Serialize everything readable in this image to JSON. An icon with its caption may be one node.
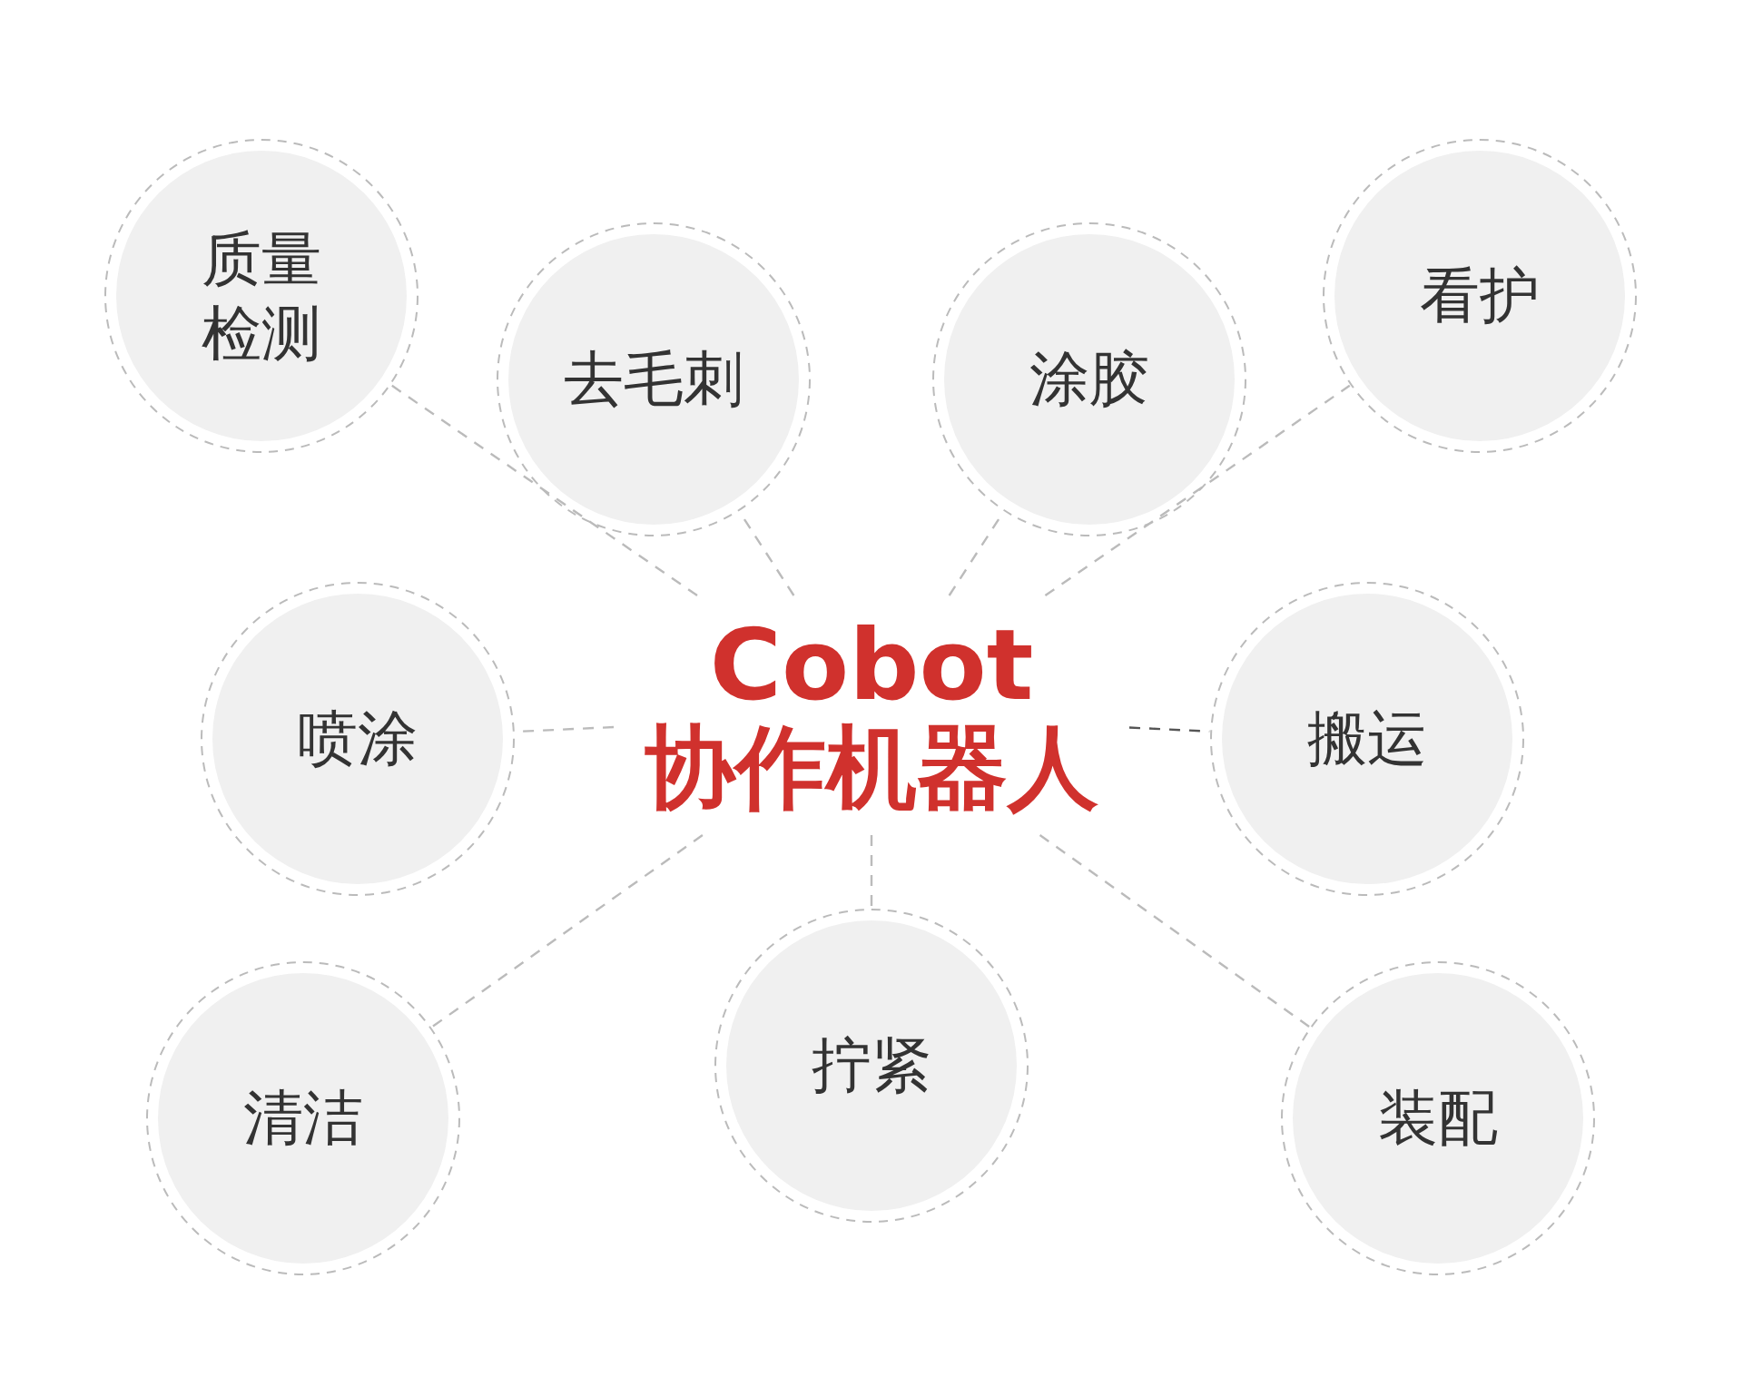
{
  "diagram": {
    "nodes": [
      {
        "text": [
          "Cobot",
          "协作机器人"
        ]
      },
      {
        "text": [
          "质量检测"
        ]
      },
      {
        "text": [
          "去毛刺"
        ]
      },
      {
        "text": [
          "涂胶"
        ]
      },
      {
        "text": [
          "看护"
        ]
      },
      {
        "text": [
          "喷涂"
        ]
      },
      {
        "text": [
          "搬运"
        ]
      },
      {
        "text": [
          "清洁"
        ]
      },
      {
        "text": [
          "拧紧"
        ]
      },
      {
        "text": [
          "装配"
        ]
      }
    ],
    "edges": [
      {
        "from": 0,
        "to": 1,
        "arrow": "none",
        "style": "dashed"
      },
      {
        "from": 0,
        "to": 2,
        "arrow": "none",
        "style": "dashed"
      },
      {
        "from": 0,
        "to": 3,
        "arrow": "none",
        "style": "dashed"
      },
      {
        "from": 0,
        "to": 4,
        "arrow": "none",
        "style": "dashed"
      },
      {
        "from": 0,
        "to": 5,
        "arrow": "none",
        "style": "dashed"
      },
      {
        "from": 0,
        "to": 6,
        "arrow": "none",
        "style": "dashed",
        "color": "#555555"
      },
      {
        "from": 0,
        "to": 7,
        "arrow": "none",
        "style": "dashed"
      },
      {
        "from": 0,
        "to": 8,
        "arrow": "none",
        "style": "dashed"
      },
      {
        "from": 0,
        "to": 9,
        "arrow": "none",
        "style": "dashed"
      }
    ]
  }
}
